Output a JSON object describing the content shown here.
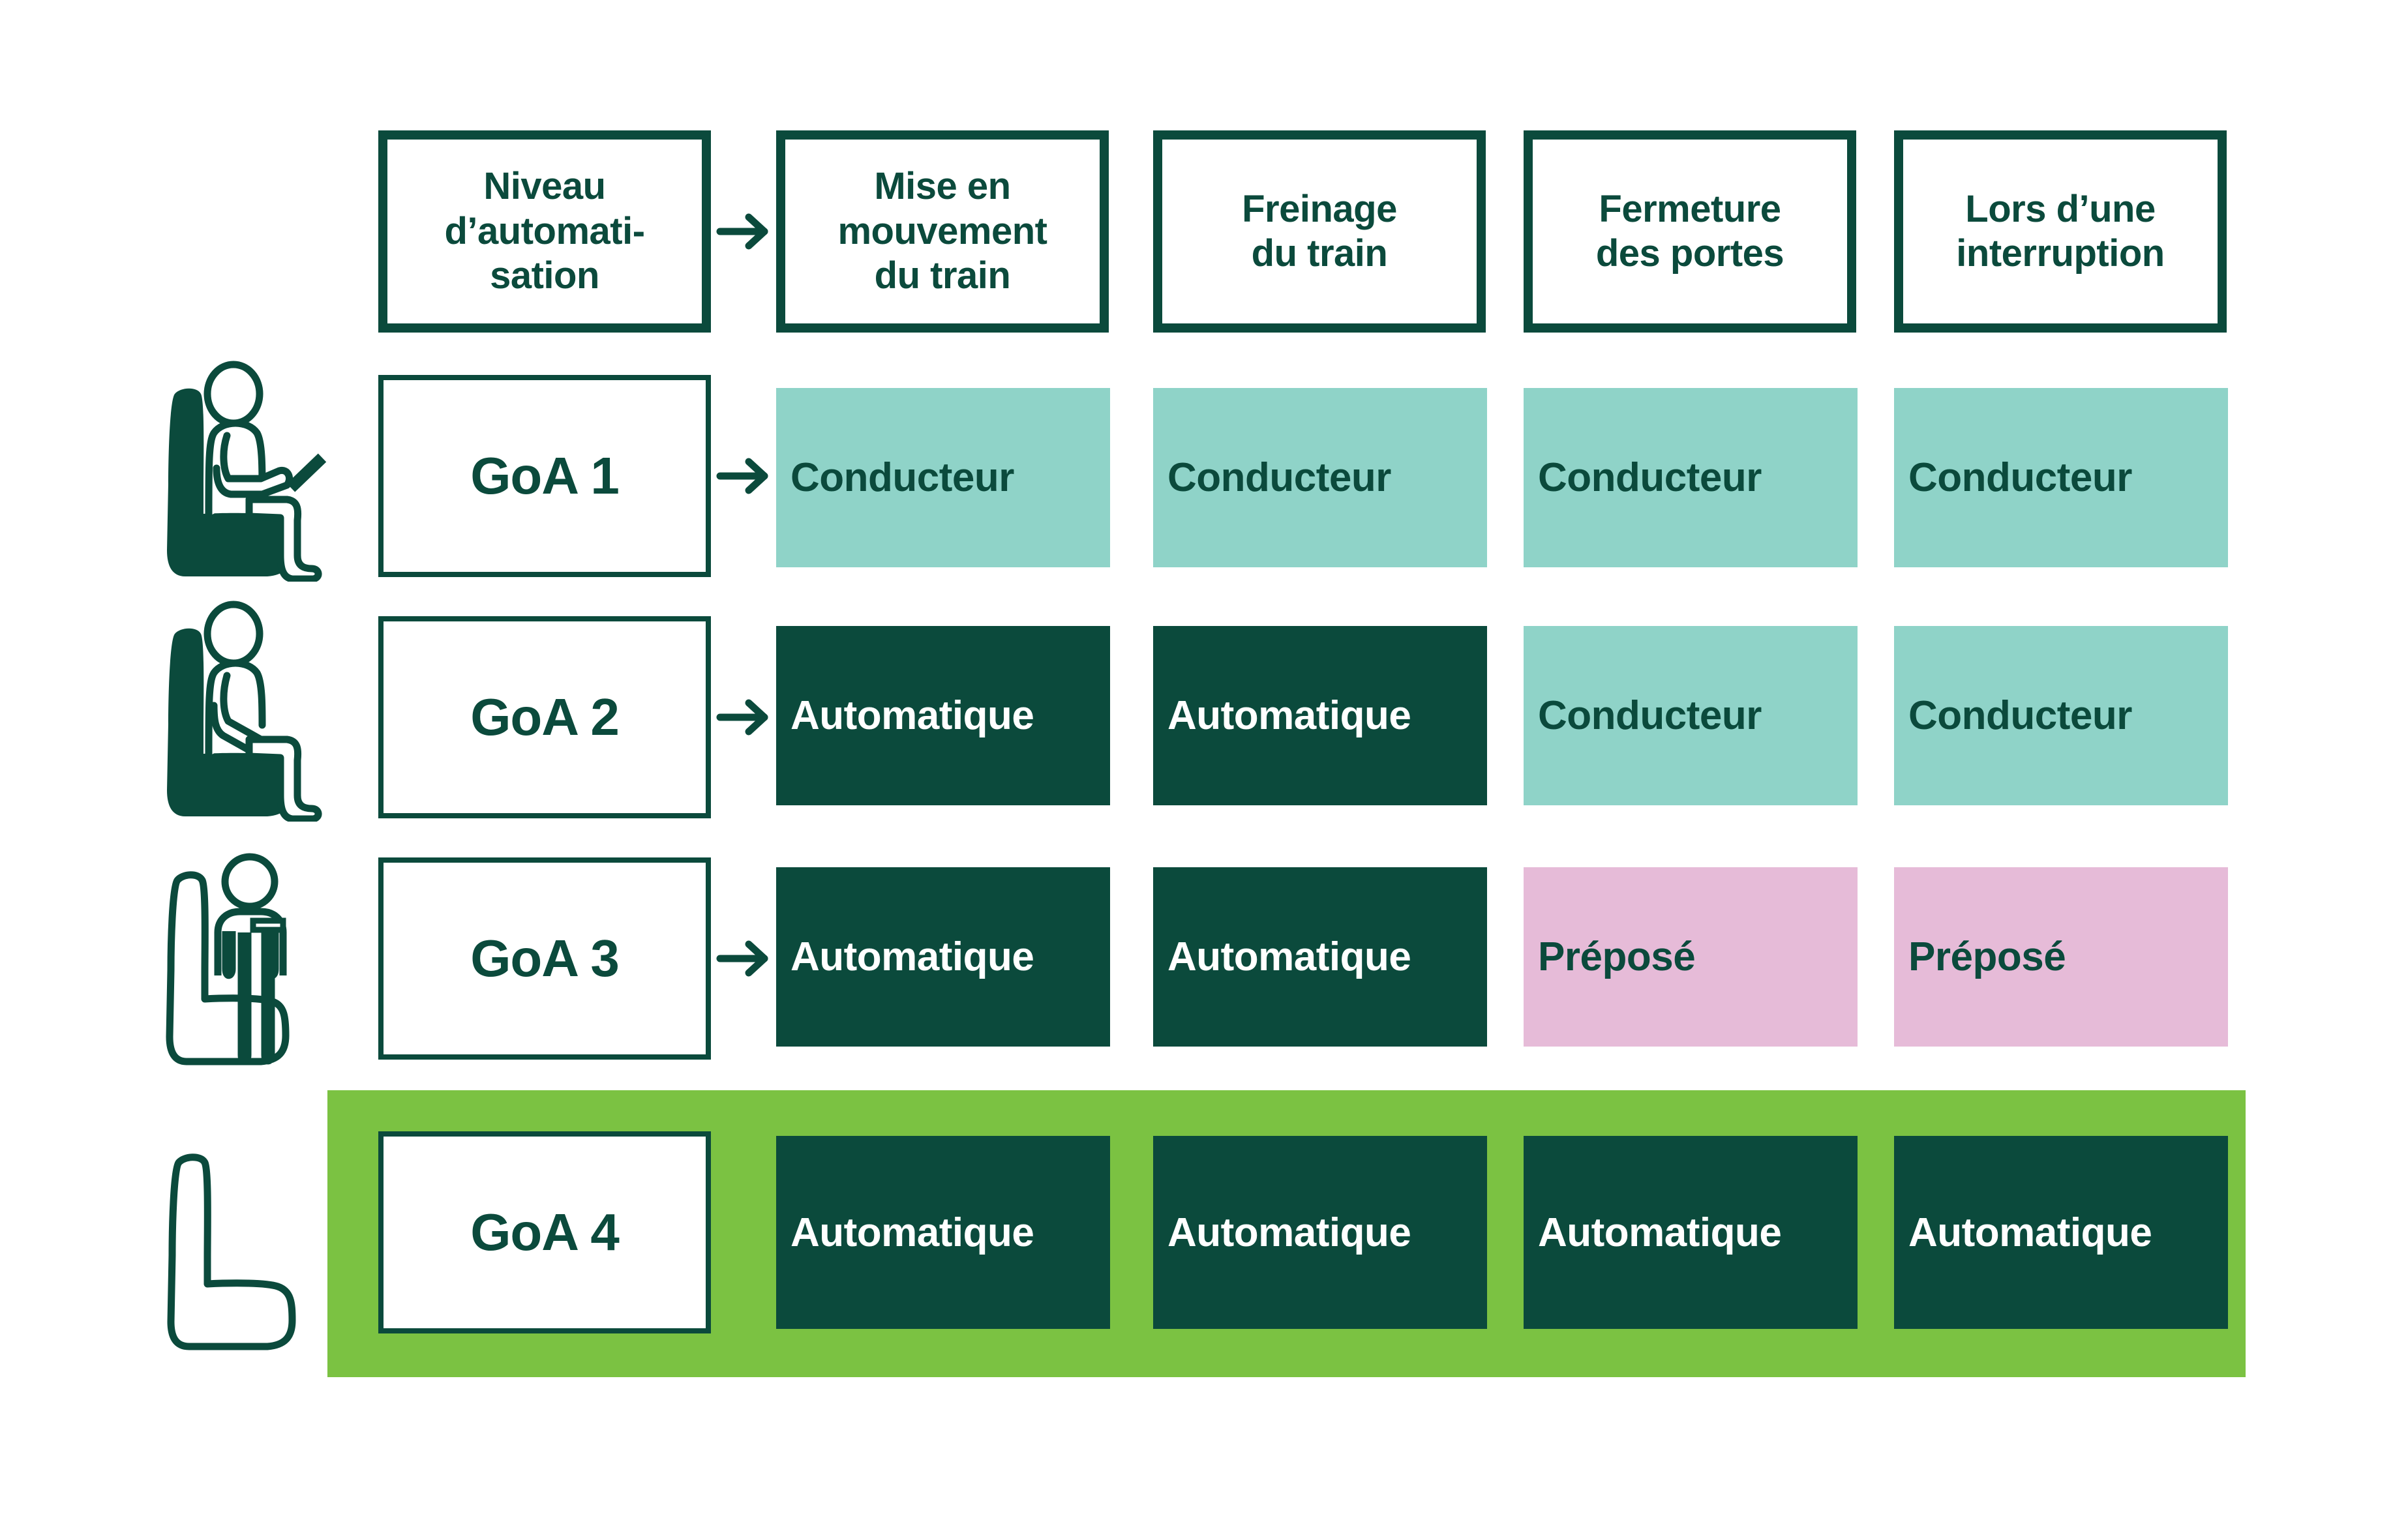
{
  "graphic": {
    "title": "Niveaux d’automatisation GoA",
    "colors": {
      "dark_green": "#0B4A3C",
      "teal": "#8FD3C8",
      "pink": "#E6BBD8",
      "highlight_green": "#7BC242",
      "white": "#FFFFFF"
    }
  },
  "header": {
    "columns": [
      {
        "label": "Niveau\nd’automati-\nsation",
        "name": "automation-level"
      },
      {
        "label": "Mise en\nmouvement\ndu train",
        "name": "train-start"
      },
      {
        "label": "Freinage\ndu train",
        "name": "train-braking"
      },
      {
        "label": "Fermeture\ndes portes",
        "name": "door-closing"
      },
      {
        "label": "Lors d’une\ninterruption",
        "name": "during-interruption"
      }
    ]
  },
  "arrow_glyph": "arrow-right-icon",
  "rows": [
    {
      "level": "GoA 1",
      "icon": "seated-driver-with-lever-icon",
      "highlight": false,
      "cells": [
        {
          "text": "Conducteur",
          "style": "teal"
        },
        {
          "text": "Conducteur",
          "style": "teal"
        },
        {
          "text": "Conducteur",
          "style": "teal"
        },
        {
          "text": "Conducteur",
          "style": "teal"
        }
      ]
    },
    {
      "level": "GoA 2",
      "icon": "seated-driver-icon",
      "highlight": false,
      "cells": [
        {
          "text": "Automatique",
          "style": "dark"
        },
        {
          "text": "Automatique",
          "style": "dark"
        },
        {
          "text": "Conducteur",
          "style": "teal"
        },
        {
          "text": "Conducteur",
          "style": "teal"
        }
      ]
    },
    {
      "level": "GoA 3",
      "icon": "standing-attendant-empty-seat-icon",
      "highlight": false,
      "cells": [
        {
          "text": "Automatique",
          "style": "dark"
        },
        {
          "text": "Automatique",
          "style": "dark"
        },
        {
          "text": "Préposé",
          "style": "pink"
        },
        {
          "text": "Préposé",
          "style": "pink"
        }
      ]
    },
    {
      "level": "GoA 4",
      "icon": "empty-seat-icon",
      "highlight": true,
      "cells": [
        {
          "text": "Automatique",
          "style": "dark"
        },
        {
          "text": "Automatique",
          "style": "dark"
        },
        {
          "text": "Automatique",
          "style": "dark"
        },
        {
          "text": "Automatique",
          "style": "dark"
        }
      ]
    }
  ]
}
